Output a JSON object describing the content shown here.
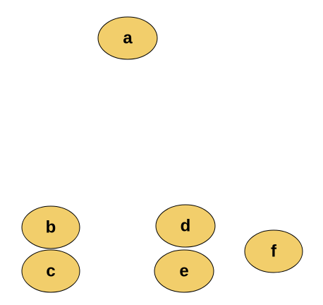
{
  "diagram": {
    "nodes": [
      {
        "id": "a",
        "label": "a"
      },
      {
        "id": "b",
        "label": "b"
      },
      {
        "id": "c",
        "label": "c"
      },
      {
        "id": "d",
        "label": "d"
      },
      {
        "id": "e",
        "label": "e"
      },
      {
        "id": "f",
        "label": "f"
      }
    ],
    "edges": []
  },
  "style": {
    "node_fill": "#F2CE6B",
    "node_stroke": "#000000",
    "label_color": "#000000",
    "background": "#FFFFFF"
  }
}
